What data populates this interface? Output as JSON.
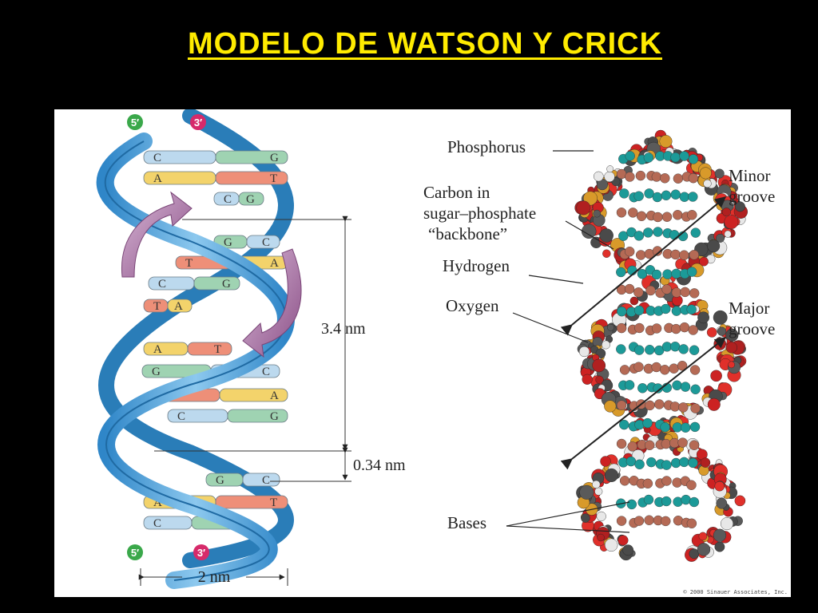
{
  "slide": {
    "title": "MODELO DE WATSON Y CRICK"
  },
  "helix": {
    "strand_top_left": "5′",
    "strand_top_right": "3′",
    "strand_bottom_left": "5′",
    "strand_bottom_right": "3′",
    "pitch_label": "3.4 nm",
    "rise_label": "0.34 nm",
    "width_label": "2 nm",
    "pairs": [
      [
        "C",
        "G"
      ],
      [
        "A",
        "T"
      ],
      [
        "C",
        "G"
      ],
      [
        "G",
        "C"
      ],
      [
        "T",
        "A"
      ],
      [
        "C",
        "G"
      ],
      [
        "T",
        "A"
      ],
      [
        "A",
        "T"
      ],
      [
        "G",
        "C"
      ],
      [
        "T",
        "A"
      ],
      [
        "C",
        "G"
      ],
      [
        "G",
        "C"
      ],
      [
        "A",
        "T"
      ],
      [
        "C",
        "G"
      ]
    ]
  },
  "model": {
    "phosphorus": "Phosphorus",
    "carbon_1": "Carbon in",
    "carbon_2": "sugar–phosphate",
    "carbon_3": "“backbone”",
    "hydrogen": "Hydrogen",
    "oxygen": "Oxygen",
    "bases": "Bases",
    "minor_1": "Minor",
    "minor_2": "groove",
    "major_1": "Major",
    "major_2": "groove"
  },
  "copyright": "© 2000 Sinauer Associates, Inc.",
  "colors": {
    "title": "#ffeb00",
    "backbone": "#3a95d2",
    "pair_c": "#bcd9ee",
    "pair_g": "#9fd3b2",
    "pair_a": "#f3d36b",
    "pair_t": "#ee8f78",
    "five_prime_badge": "#3aa84a",
    "three_prime_badge": "#d62a6a",
    "arrow": "#a26d9f"
  }
}
